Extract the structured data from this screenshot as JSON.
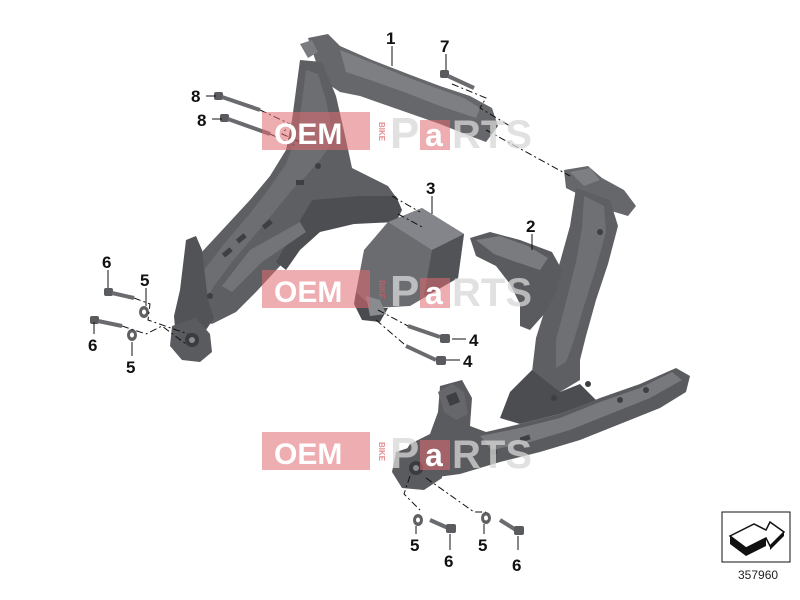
{
  "callouts": {
    "c1": "1",
    "c2": "2",
    "c3": "3",
    "c4a": "4",
    "c4b": "4",
    "c5a": "5",
    "c5b": "5",
    "c5c": "5",
    "c5d": "5",
    "c6a": "6",
    "c6b": "6",
    "c6c": "6",
    "c6d": "6",
    "c7": "7",
    "c8a": "8",
    "c8b": "8"
  },
  "catalog_number": "357960",
  "watermark": {
    "oem": "OEM",
    "bike": "BIKE",
    "p": "P",
    "a": "a",
    "rts": "RTS"
  },
  "icons": {
    "nav_arrow": "arrow-in-box-icon"
  },
  "colors": {
    "part_gray": "#5f6063",
    "part_dark": "#3e3f42",
    "part_light": "#7b7c80",
    "watermark_red": "#e06a6f"
  }
}
